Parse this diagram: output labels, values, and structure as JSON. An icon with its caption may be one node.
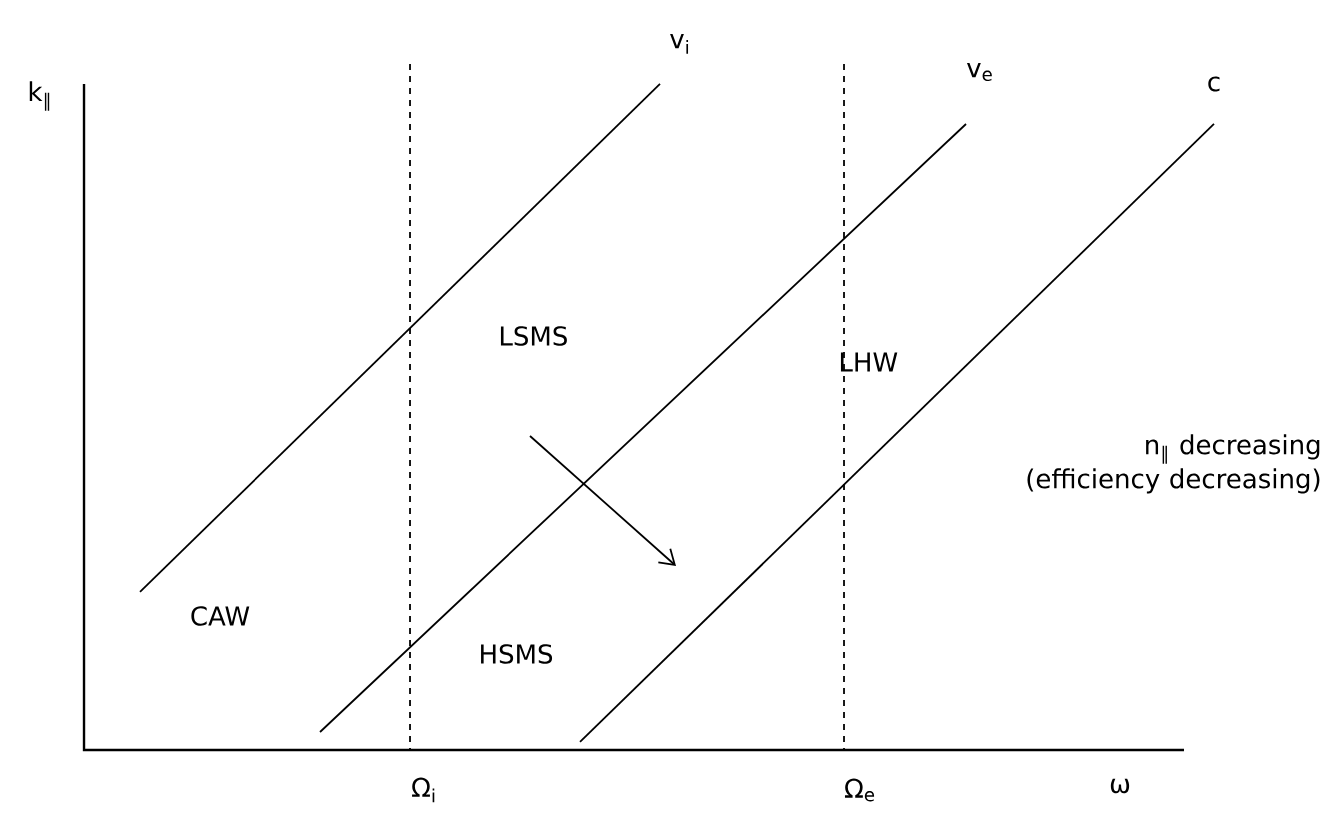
{
  "diagram": {
    "labels": [
      "k$_{∥}$",
      "v$_{i}$",
      "v$_{e}$",
      "c",
      "LSMS",
      "LHW",
      "n$_{∥}$ decreasing (efficiency decreasing)",
      "CAW",
      "HSMS",
      "Ω$_{i}$",
      "Ω$_{e}$",
      "ω"
    ]
  }
}
